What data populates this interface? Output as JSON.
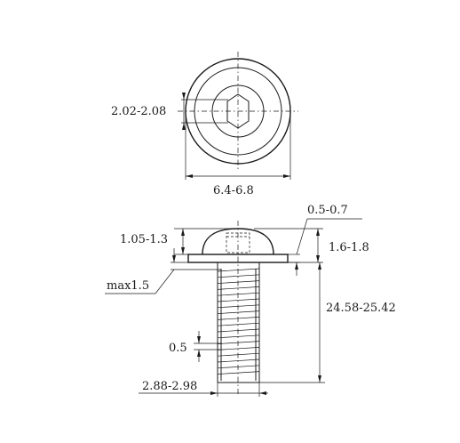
{
  "diagram": {
    "top_view": {
      "hex_size_label": "2.02-2.08",
      "head_diameter_label": "6.4-6.8"
    },
    "side_view": {
      "flange_thickness_label": "0.5-0.7",
      "head_height_label": "1.05-1.3",
      "total_head_label": "1.6-1.8",
      "fillet_label": "max1.5",
      "length_label": "24.58-25.42",
      "thread_pitch_label": "0.5",
      "thread_diameter_label": "2.88-2.98"
    }
  }
}
